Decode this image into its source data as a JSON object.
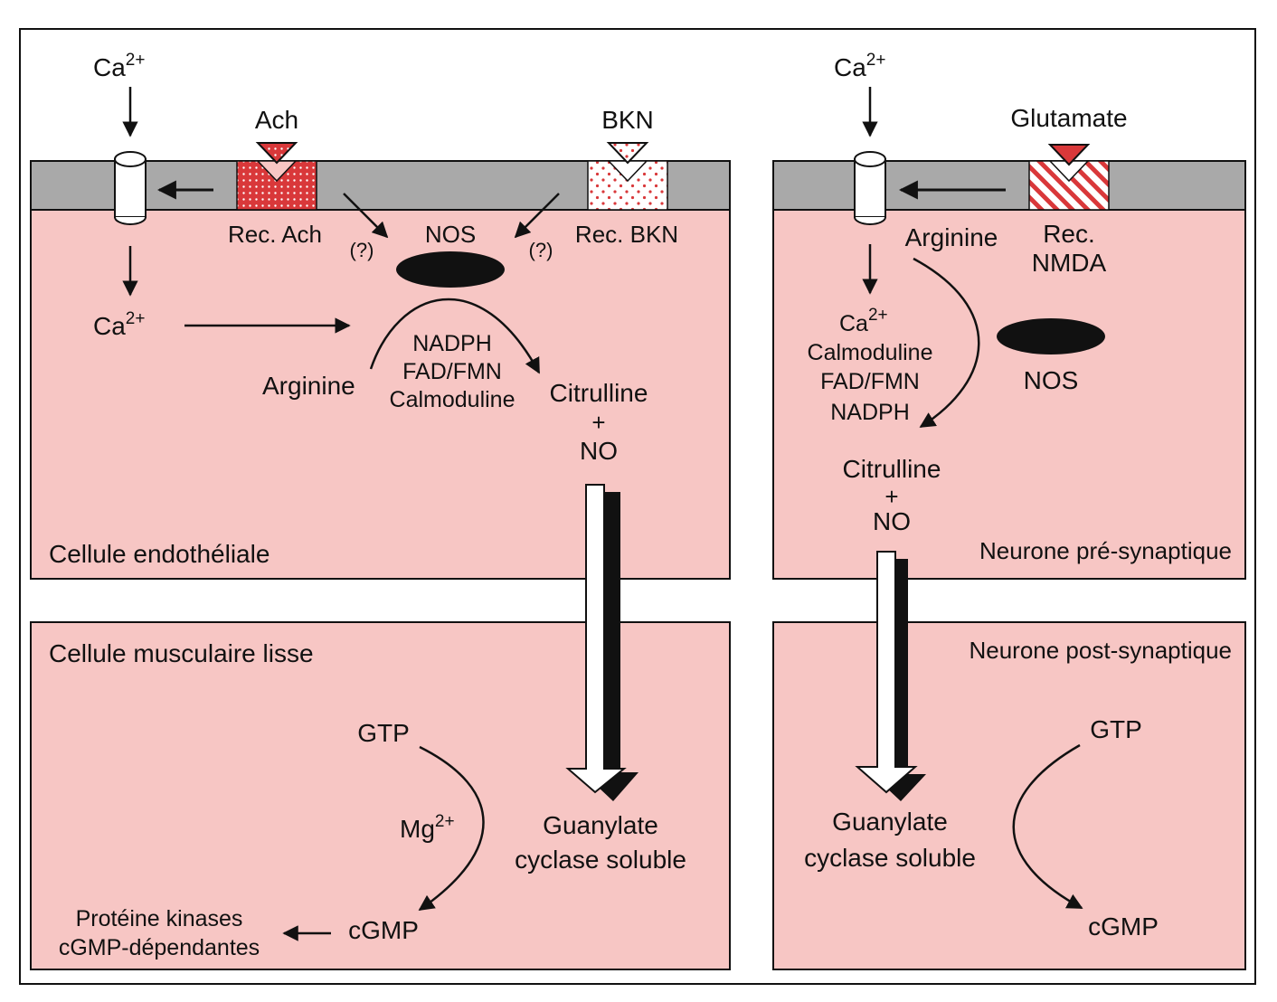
{
  "colors": {
    "cell_fill": "#f7c6c4",
    "membrane": "#a9a9a9",
    "receptor_red": "#d9383a",
    "stroke": "#111111"
  },
  "left": {
    "ca_top": {
      "base": "Ca",
      "sup": "2+"
    },
    "ach": "Ach",
    "bkn": "BKN",
    "rec_ach": "Rec. Ach",
    "rec_bkn": "Rec. BKN",
    "q_left": "(?)",
    "q_right": "(?)",
    "nos": "NOS",
    "ca_inside": {
      "base": "Ca",
      "sup": "2+"
    },
    "arginine": "Arginine",
    "cofactors": [
      "NADPH",
      "FAD/FMN",
      "Calmoduline"
    ],
    "citrulline": "Citrulline",
    "plus": "+",
    "no": "NO",
    "cell_name": "Cellule endothéliale",
    "muscle_name": "Cellule musculaire lisse",
    "gtp": "GTP",
    "mg": {
      "base": "Mg",
      "sup": "2+"
    },
    "guanylate": [
      "Guanylate",
      "cyclase soluble"
    ],
    "cgmp": "cGMP",
    "kinases": [
      "Protéine kinases",
      "cGMP-dépendantes"
    ]
  },
  "right": {
    "ca_top": {
      "base": "Ca",
      "sup": "2+"
    },
    "glutamate": "Glutamate",
    "arginine": "Arginine",
    "rec_nmda": [
      "Rec.",
      "NMDA"
    ],
    "ca_inside": {
      "base": "Ca",
      "sup": "2+"
    },
    "cofactors": [
      "Calmoduline",
      "FAD/FMN",
      "NADPH"
    ],
    "nos": "NOS",
    "citrulline": "Citrulline",
    "plus": "+",
    "no": "NO",
    "pre_name": "Neurone pré-synaptique",
    "post_name": "Neurone post-synaptique",
    "gtp": "GTP",
    "guanylate": [
      "Guanylate",
      "cyclase soluble"
    ],
    "cgmp": "cGMP"
  }
}
